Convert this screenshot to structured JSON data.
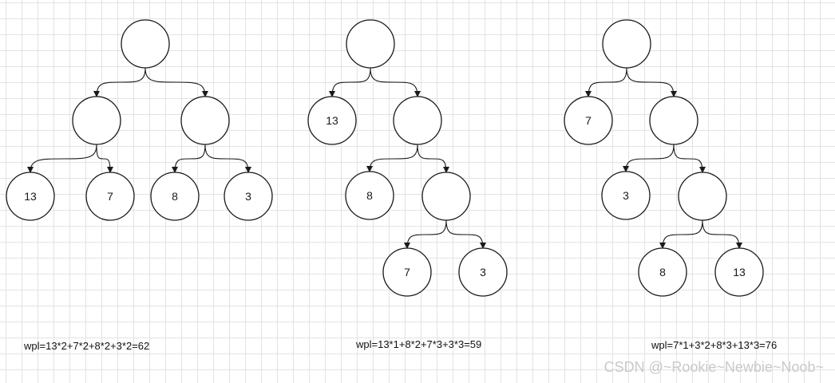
{
  "trees": [
    {
      "formula": "wpl=13*2+7*2+8*2+3*2=62",
      "nodes": [
        {
          "id": "root",
          "label": ""
        },
        {
          "id": "l",
          "label": ""
        },
        {
          "id": "r",
          "label": ""
        },
        {
          "id": "ll",
          "label": "13"
        },
        {
          "id": "lr",
          "label": "7"
        },
        {
          "id": "rl",
          "label": "8"
        },
        {
          "id": "rr",
          "label": "3"
        }
      ],
      "edges": [
        [
          "root",
          "l"
        ],
        [
          "root",
          "r"
        ],
        [
          "l",
          "ll"
        ],
        [
          "l",
          "lr"
        ],
        [
          "r",
          "rl"
        ],
        [
          "r",
          "rr"
        ]
      ]
    },
    {
      "formula": "wpl=13*1+8*2+7*3+3*3=59",
      "nodes": [
        {
          "id": "root",
          "label": ""
        },
        {
          "id": "l",
          "label": "13"
        },
        {
          "id": "r",
          "label": ""
        },
        {
          "id": "rl",
          "label": "8"
        },
        {
          "id": "rr",
          "label": ""
        },
        {
          "id": "rrl",
          "label": "7"
        },
        {
          "id": "rrr",
          "label": "3"
        }
      ],
      "edges": [
        [
          "root",
          "l"
        ],
        [
          "root",
          "r"
        ],
        [
          "r",
          "rl"
        ],
        [
          "r",
          "rr"
        ],
        [
          "rr",
          "rrl"
        ],
        [
          "rr",
          "rrr"
        ]
      ]
    },
    {
      "formula": "wpl=7*1+3*2+8*3+13*3=76",
      "nodes": [
        {
          "id": "root",
          "label": ""
        },
        {
          "id": "l",
          "label": "7"
        },
        {
          "id": "r",
          "label": ""
        },
        {
          "id": "rl",
          "label": "3"
        },
        {
          "id": "rr",
          "label": ""
        },
        {
          "id": "rrl",
          "label": "8"
        },
        {
          "id": "rrr",
          "label": "13"
        }
      ],
      "edges": [
        [
          "root",
          "l"
        ],
        [
          "root",
          "r"
        ],
        [
          "r",
          "rl"
        ],
        [
          "r",
          "rr"
        ],
        [
          "rr",
          "rrl"
        ],
        [
          "rr",
          "rrr"
        ]
      ]
    }
  ],
  "watermark": "CSDN @~Rookie~Newbie~Noob~"
}
